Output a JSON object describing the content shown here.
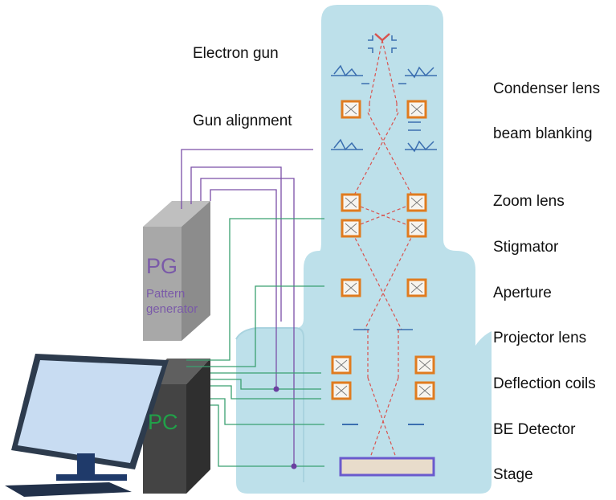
{
  "labels": {
    "electron_gun": "Electron gun",
    "gun_alignment": "Gun alignment",
    "condenser_lens": "Condenser lens",
    "beam_blanking": "beam blanking",
    "zoom_lens": "Zoom lens",
    "stigmator": "Stigmator",
    "aperture": "Aperture",
    "projector_lens": "Projector lens",
    "deflection_coils": "Deflection coils",
    "be_detector": "BE Detector",
    "stage": "Stage"
  },
  "pattern_generator": {
    "abbr": "PG",
    "line1": "Pattern",
    "line2": "generator"
  },
  "computer": {
    "abbr": "PC"
  },
  "colors": {
    "column": "#bde0ea",
    "coil": "#e07b1f",
    "beam": "#d9534f",
    "wire_purple": "#7b4fa8",
    "wire_green": "#3aa070",
    "stage_border": "#6a5acd",
    "stage_fill": "#e8dccb",
    "pg_text": "#7a5aa8",
    "pc_text": "#21a049"
  }
}
